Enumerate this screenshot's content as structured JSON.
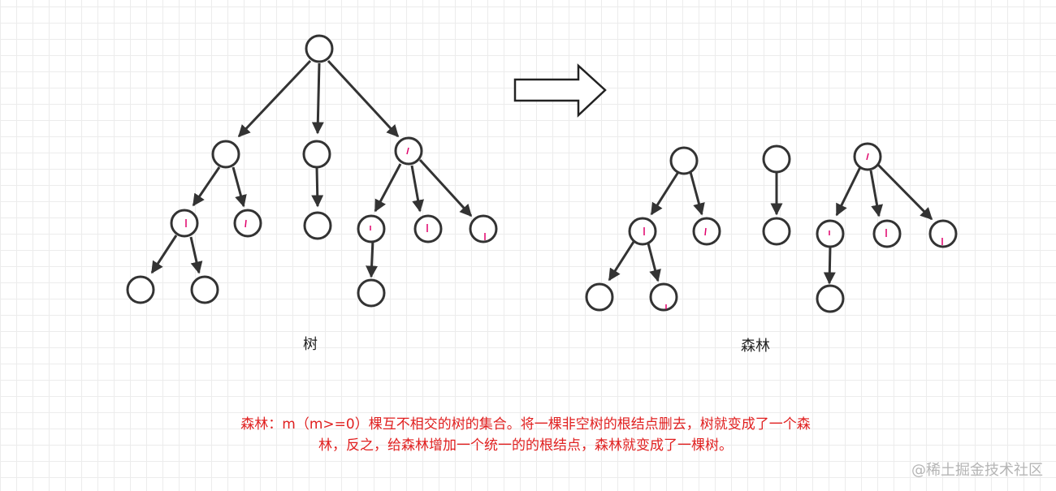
{
  "tree_caption": "树",
  "forest_caption": "森林",
  "description_line1": "森林：m（m>=0）棵互不相交的树的集合。将一棵非空树的根结点删去，树就变成了一个森",
  "description_line2": "林，反之，给森林增加一个统一的的根结点，森林就变成了一棵树。",
  "watermark": "@稀土掘金技术社区",
  "colors": {
    "stroke": "#333333",
    "description_text": "#e02020",
    "node_mark": "#e0006a"
  }
}
